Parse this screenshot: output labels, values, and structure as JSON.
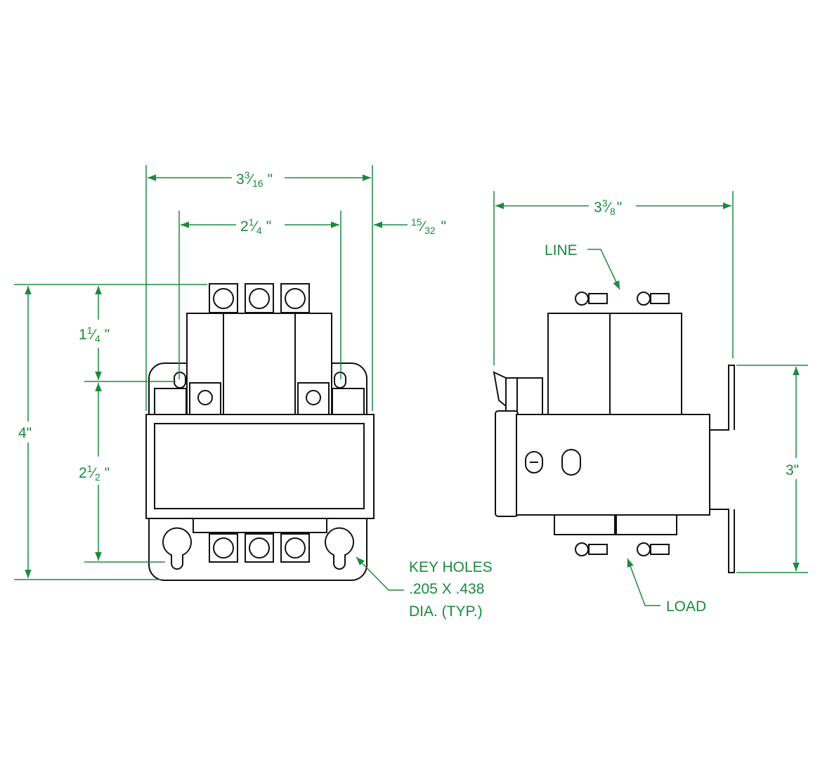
{
  "colors": {
    "dimension": "#1b8a3e",
    "outline": "#111111"
  },
  "front_view": {
    "width_overall": {
      "whole": "3",
      "num": "3",
      "den": "16",
      "unit": "\""
    },
    "hole_spacing": {
      "whole": "2",
      "num": "1",
      "den": "4",
      "unit": "\""
    },
    "offset": {
      "num": "15",
      "den": "32",
      "unit": "\""
    },
    "height_overall": "4\"",
    "upper_height": {
      "whole": "1",
      "num": "1",
      "den": "4",
      "unit": "\""
    },
    "lower_height": {
      "whole": "2",
      "num": "1",
      "den": "2",
      "unit": "\""
    },
    "keyhole_note": [
      "KEY HOLES",
      ".205 X .438",
      "DIA. (TYP.)"
    ]
  },
  "side_view": {
    "depth": {
      "whole": "3",
      "num": "3",
      "den": "8",
      "unit": "\""
    },
    "bracket_height": "3\"",
    "line_label": "LINE",
    "load_label": "LOAD"
  }
}
